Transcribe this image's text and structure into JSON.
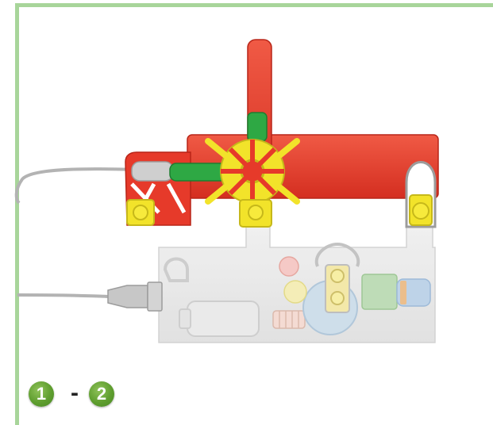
{
  "steps": {
    "from": "1",
    "separator": "-",
    "to": "2"
  },
  "colors": {
    "frame_border": "#a8d59a",
    "red_part": "#e63a2a",
    "yellow_part": "#f2e32a",
    "green_part": "#2ea844",
    "grey_base": "#e6e6e6",
    "cable": "#b3b3b3",
    "step_badge": "#5f9e2f"
  },
  "icons": {
    "from_badge": "green-circle-badge",
    "to_badge": "green-circle-badge"
  }
}
